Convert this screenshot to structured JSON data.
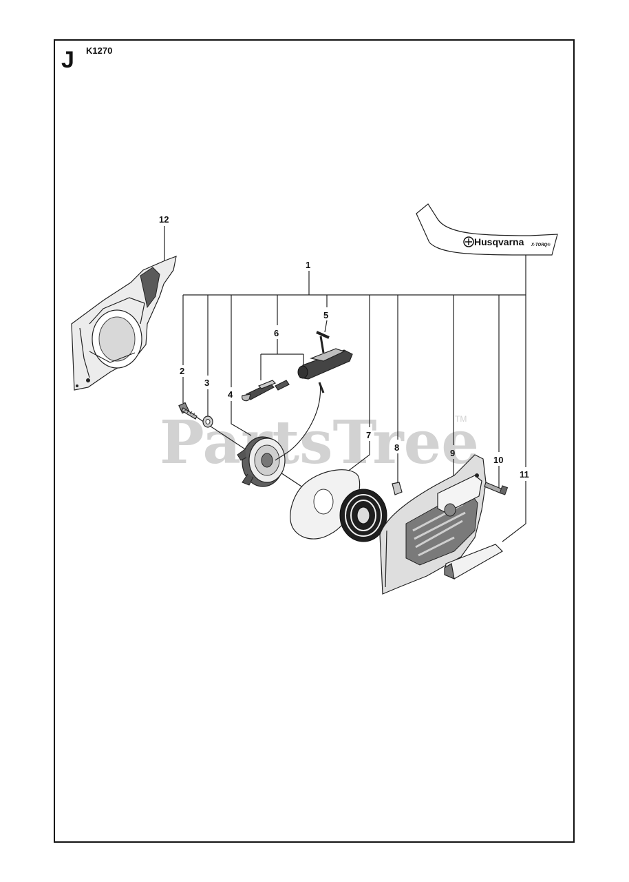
{
  "header": {
    "section_letter": "J",
    "model_code": "K1270"
  },
  "callouts": {
    "c1": "1",
    "c2": "2",
    "c3": "3",
    "c4": "4",
    "c5": "5",
    "c6": "6",
    "c7": "7",
    "c8": "8",
    "c9": "9",
    "c10": "10",
    "c11": "11",
    "c12": "12"
  },
  "decal": {
    "brand_text": "Husqvarna",
    "sub_text": "X-TORQ®"
  },
  "watermark": {
    "text": "PartsTree",
    "trademark": "TM"
  },
  "colors": {
    "line": "#222222",
    "watermark": "#d2d2d2",
    "part_fill": "#e9e9e9",
    "part_dark": "#6a6a6a"
  }
}
